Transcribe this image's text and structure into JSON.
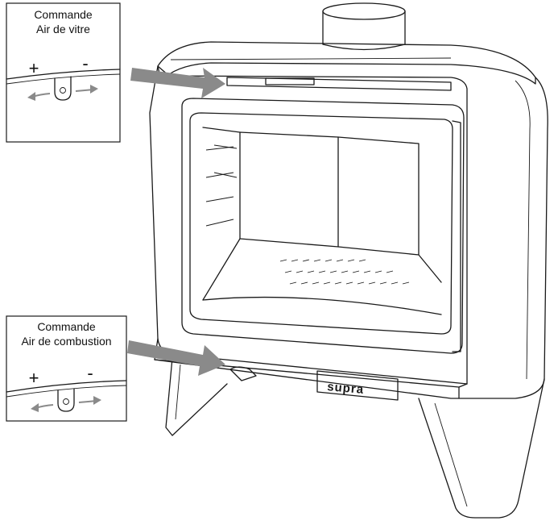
{
  "callouts": {
    "glass_air": {
      "title_line1": "Commande",
      "title_line2": "Air de vitre",
      "plus": "+",
      "minus": "-"
    },
    "combustion_air": {
      "title_line1": "Commande",
      "title_line2": "Air de combustion",
      "plus": "+",
      "minus": "-"
    }
  },
  "stove": {
    "brand": "supra"
  },
  "colors": {
    "line": "#1a1a1a",
    "arrow": "#8a8a8a",
    "background": "#ffffff"
  }
}
